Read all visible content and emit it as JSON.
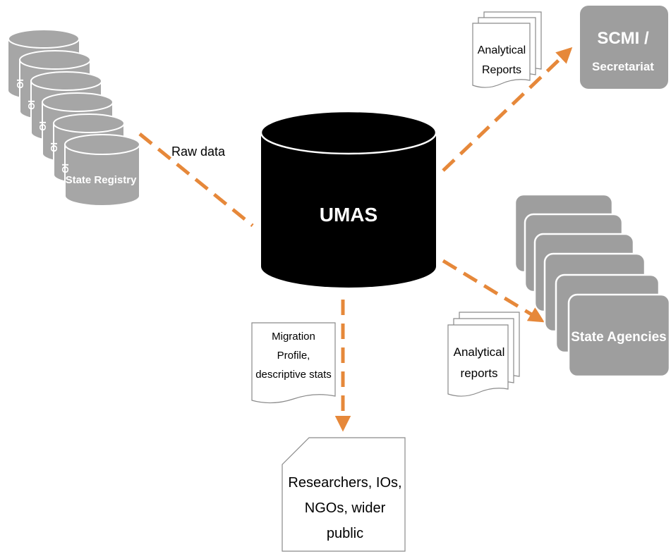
{
  "nodes": {
    "umas": {
      "label": "UMAS"
    },
    "state_registry": {
      "label": "State Registry",
      "stack_tab_label": "IO"
    },
    "scmi": {
      "line1": "SCMI /",
      "line2": "Secretariat"
    },
    "state_agencies": {
      "label": "State Agencies"
    },
    "researchers": {
      "line1": "Researchers, IOs,",
      "line2": "NGOs, wider",
      "line3": "public"
    }
  },
  "documents": {
    "analytical_reports_top": {
      "line1": "Analytical",
      "line2": "Reports"
    },
    "analytical_reports_bottom": {
      "line1": "Analytical",
      "line2": "reports"
    },
    "migration_profile": {
      "line1": "Migration",
      "line2": "Profile,",
      "line3": "descriptive stats"
    }
  },
  "edges": {
    "raw_data": {
      "label": "Raw data"
    }
  },
  "colors": {
    "arrow": "#E6883A",
    "cylinder_gray": "#A6A6A6",
    "umas_fill": "#000000",
    "box_gray": "#9E9E9E",
    "white_text": "#FFFFFF",
    "doc_stroke": "#8A8A8A"
  }
}
